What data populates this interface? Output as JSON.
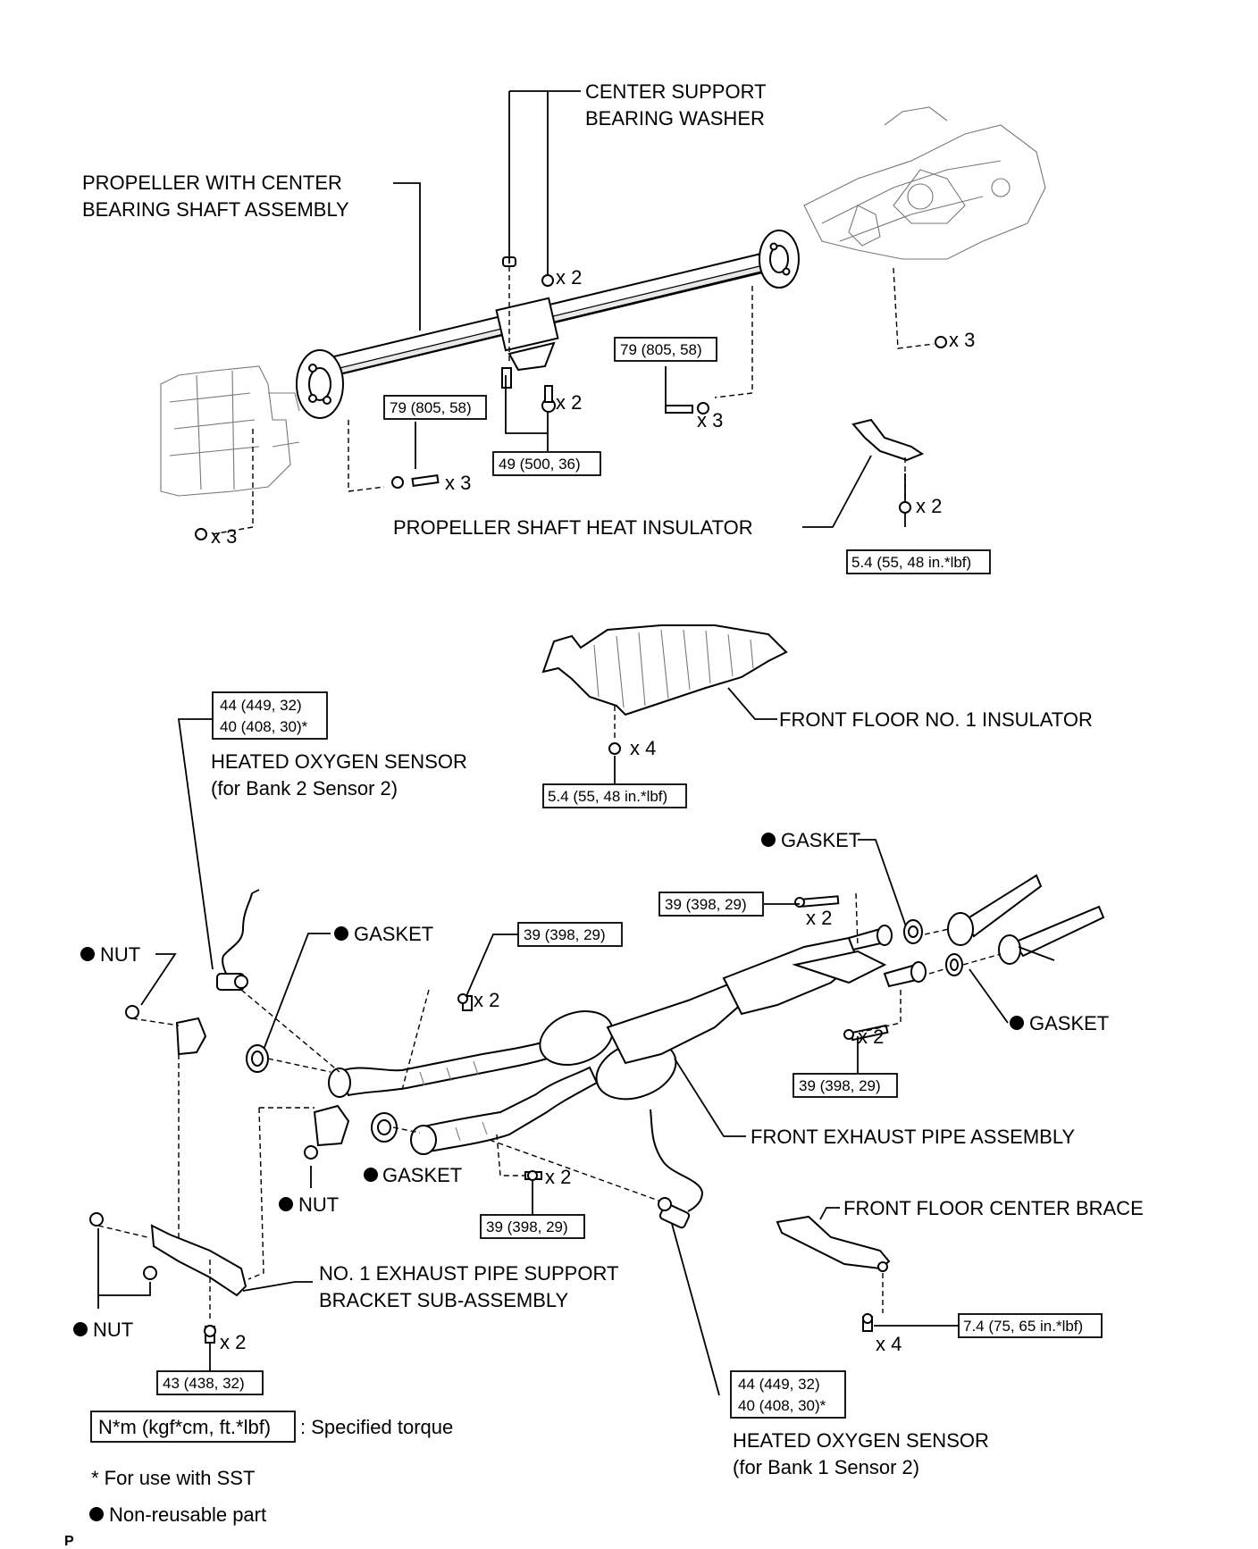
{
  "labels": {
    "center_support_washer": [
      "CENTER SUPPORT",
      "BEARING WASHER"
    ],
    "propeller_shaft": [
      "PROPELLER WITH CENTER",
      "BEARING SHAFT ASSEMBLY"
    ],
    "heat_insulator": "PROPELLER SHAFT HEAT INSULATOR",
    "front_floor_insulator": "FRONT FLOOR NO. 1 INSULATOR",
    "o2_bank2": [
      "HEATED OXYGEN SENSOR",
      "(for Bank 2 Sensor 2)"
    ],
    "o2_bank1": [
      "HEATED OXYGEN SENSOR",
      "(for Bank 1 Sensor 2)"
    ],
    "gasket": "GASKET",
    "nut": "NUT",
    "front_exhaust_pipe": "FRONT EXHAUST PIPE ASSEMBLY",
    "front_floor_brace": "FRONT FLOOR CENTER BRACE",
    "support_bracket": [
      "NO. 1 EXHAUST PIPE SUPPORT",
      "BRACKET SUB-ASSEMBLY"
    ]
  },
  "quantities": {
    "x2": "x 2",
    "x3": "x 3",
    "x4": "x 4"
  },
  "torques": {
    "t79": "79 (805, 58)",
    "t49": "49 (500, 36)",
    "t54": "5.4 (55, 48 in.*lbf)",
    "t44": "44 (449, 32)",
    "t40": "40 (408, 30)*",
    "t39": "39 (398, 29)",
    "t43": "43 (438, 32)",
    "t74": "7.4 (75, 65 in.*lbf)"
  },
  "legend": {
    "unit_box": "N*m (kgf*cm, ft.*lbf)",
    "unit_desc": ": Specified torque",
    "sst_note": "* For use with SST",
    "nonreusable": "Non-reusable part"
  },
  "corner_mark": "P"
}
